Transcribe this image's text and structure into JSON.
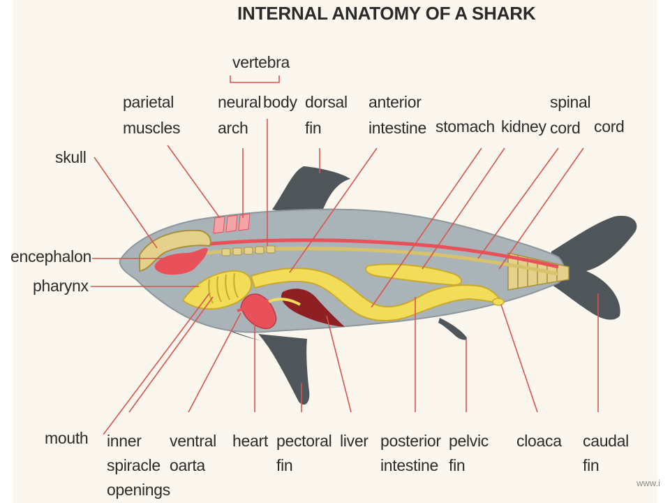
{
  "title": "INTERNAL ANATOMY OF A SHARK",
  "watermark": "www.i",
  "labels": {
    "vertebra": "vertebra",
    "parietal_muscles": [
      "parietal",
      "muscles"
    ],
    "neural_arch": [
      "neural",
      "arch"
    ],
    "body": "body",
    "dorsal_fin": [
      "dorsal",
      "fin"
    ],
    "anterior_intestine": [
      "anterior",
      "intestine"
    ],
    "stomach": "stomach",
    "kidney": "kidney",
    "spinal_cord": [
      "spinal",
      "cord"
    ],
    "cord": "cord",
    "skull": "skull",
    "encephalon": "encephalon",
    "pharynx": "pharynx",
    "mouth": "mouth",
    "inner_spiracle_openings": [
      "inner",
      "spiracle",
      "openings"
    ],
    "ventral_oarta": [
      "ventral",
      "oarta"
    ],
    "heart": "heart",
    "pectoral_fin": [
      "pectoral",
      "fin"
    ],
    "liver": "liver",
    "posterior_intestine": [
      "posterior",
      "intestine"
    ],
    "pelvic_fin": [
      "pelvic",
      "fin"
    ],
    "cloaca": "cloaca",
    "caudal_fin": [
      "caudal",
      "fin"
    ]
  },
  "colors": {
    "body": "#a9b3b8",
    "fin": "#4f5659",
    "gut": "#f2dd5a",
    "gut_outline": "#c9a92a",
    "red": "#e8505a",
    "liver": "#8e1f23",
    "leader": "#d9534f",
    "text": "#2a2a2a"
  }
}
